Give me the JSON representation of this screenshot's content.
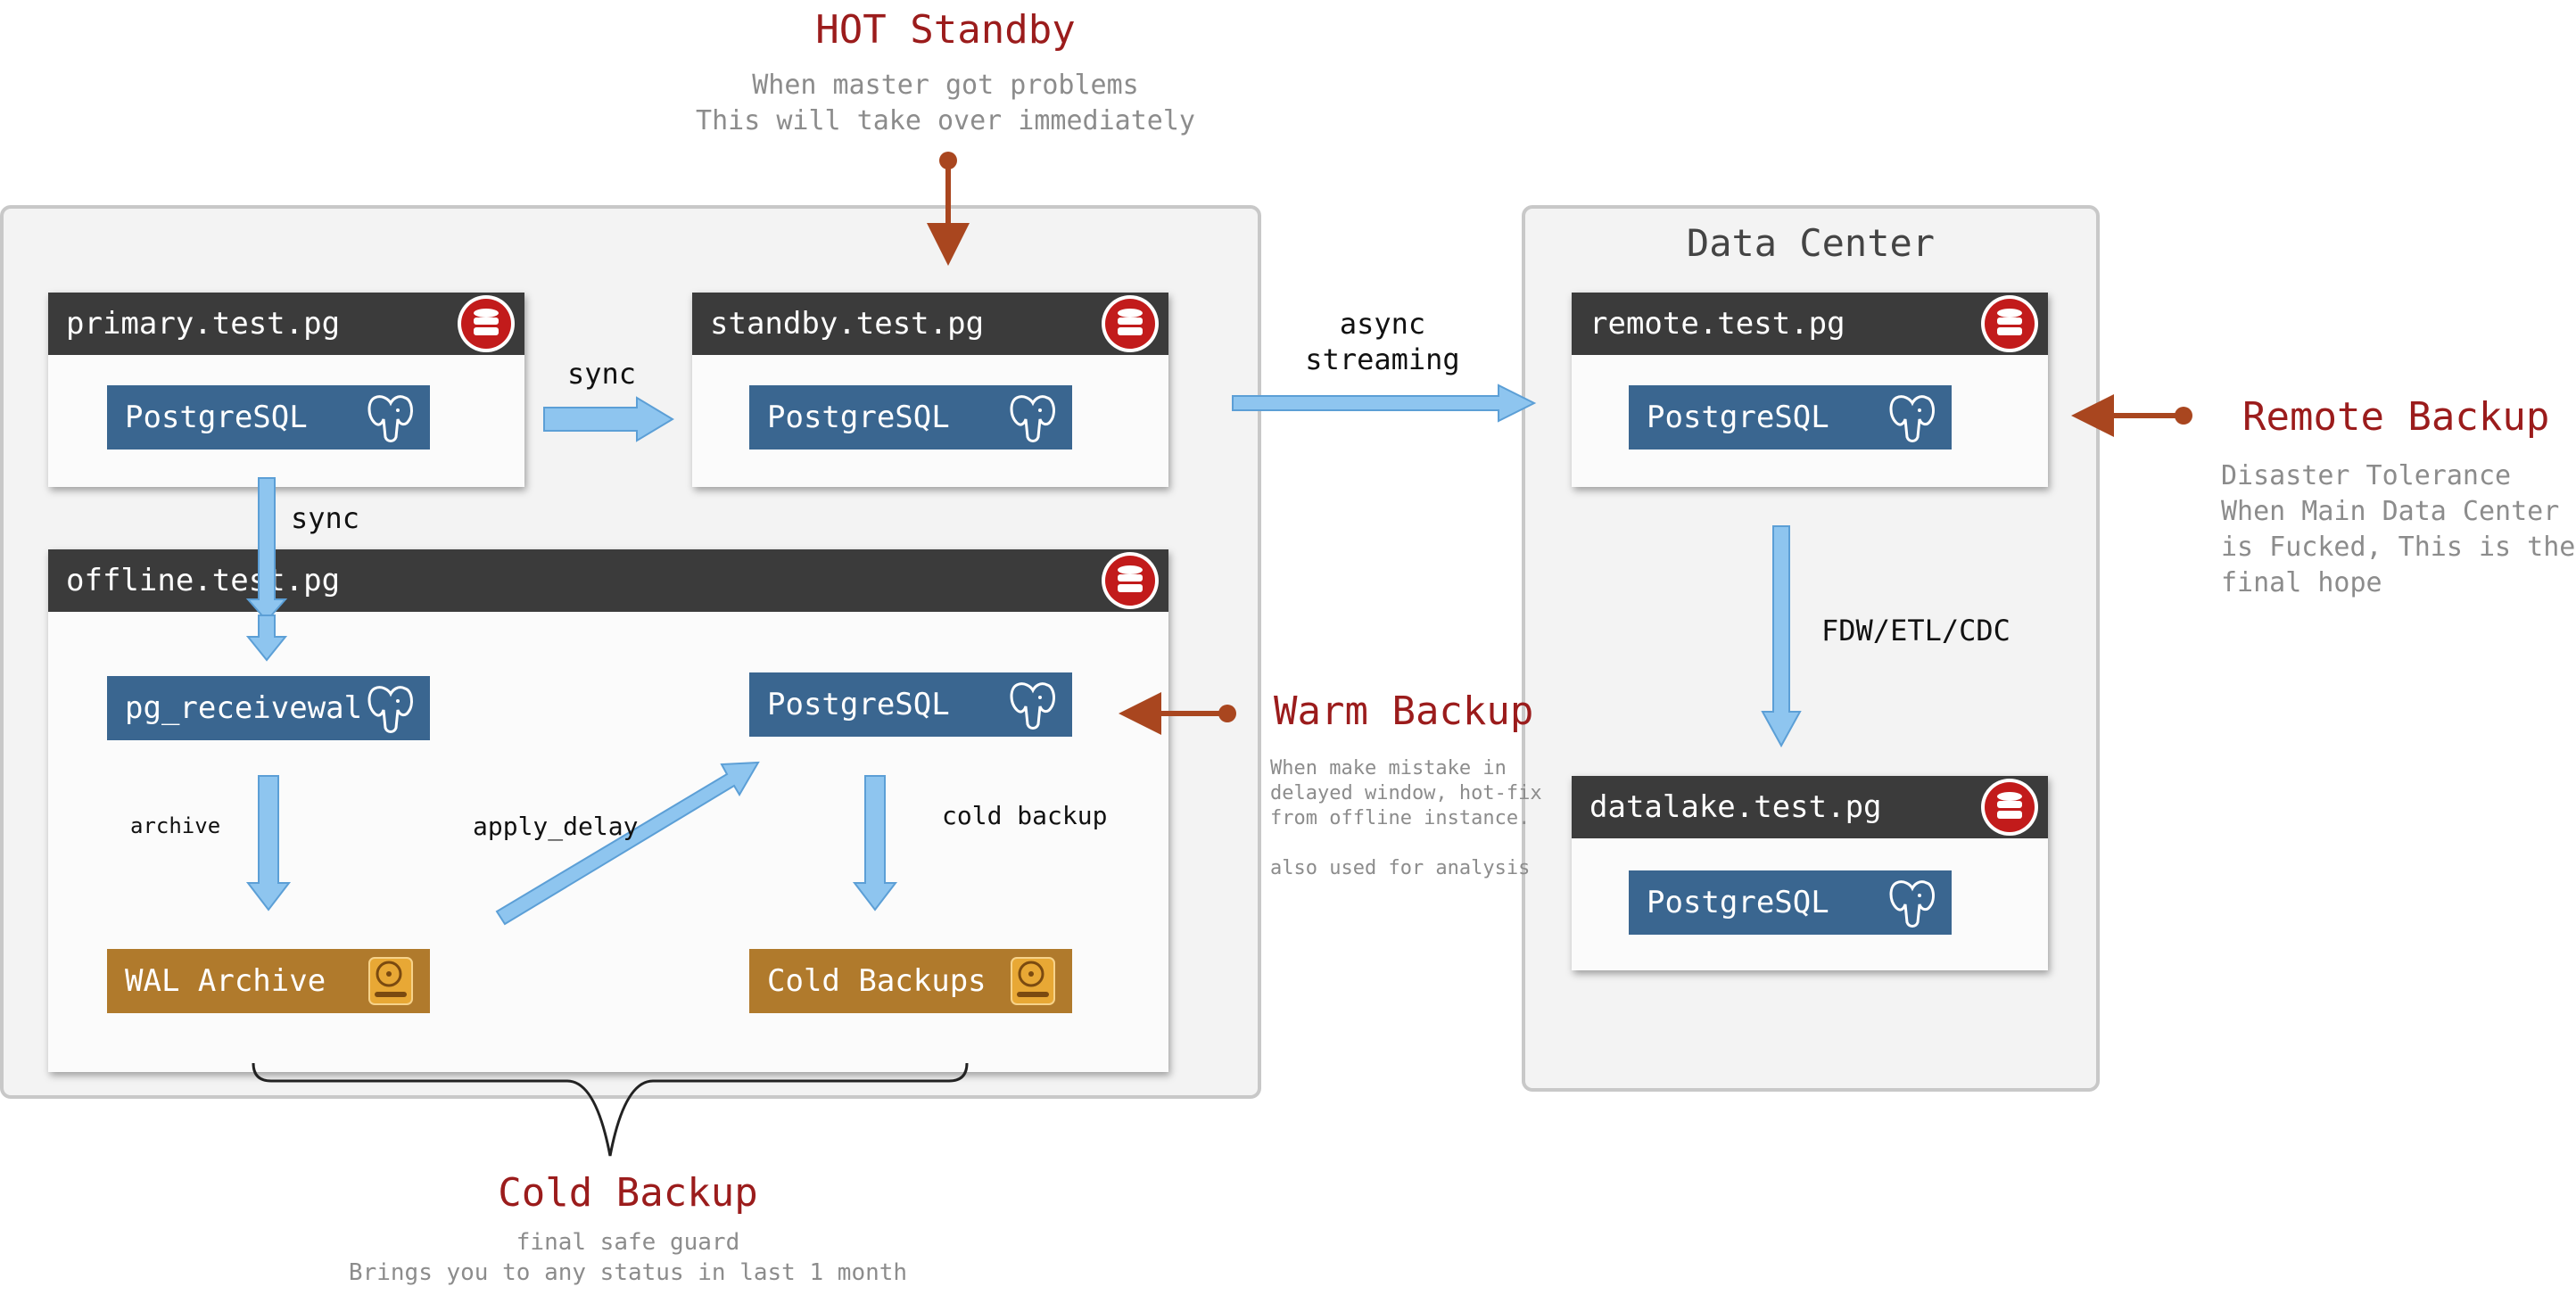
{
  "hot_standby": {
    "title": "HOT Standby",
    "note_line1": "When master got problems",
    "note_line2": "This will take over immediately"
  },
  "data_center": {
    "title": "Data Center"
  },
  "primary": {
    "name": "primary.test.pg",
    "component": "PostgreSQL"
  },
  "standby": {
    "name": "standby.test.pg",
    "component": "PostgreSQL"
  },
  "remote": {
    "name": "remote.test.pg",
    "component": "PostgreSQL"
  },
  "datalake": {
    "name": "datalake.test.pg",
    "component": "PostgreSQL"
  },
  "offline": {
    "name": "offline.test.pg",
    "receivewal": "pg_receivewal",
    "component": "PostgreSQL",
    "wal_archive": "WAL Archive",
    "cold_backups": "Cold Backups"
  },
  "edges": {
    "sync_horizontal": "sync",
    "sync_vertical": "sync",
    "async_line1": "async",
    "async_line2": "streaming",
    "fdw": "FDW/ETL/CDC",
    "archive": "archive",
    "apply_delay": "apply_delay",
    "cold_backup": "cold backup"
  },
  "warm_backup": {
    "title": "Warm Backup",
    "note_line1": "When make mistake in",
    "note_line2": "delayed window, hot-fix",
    "note_line3": "from offline instance.",
    "note_line4": "also used for analysis"
  },
  "remote_backup": {
    "title": "Remote Backup",
    "note_line1": "Disaster Tolerance",
    "note_line2": "When Main Data Center",
    "note_line3": "is Fucked, This is the",
    "note_line4": "final hope"
  },
  "cold_backup": {
    "title": "Cold Backup",
    "note_line1": "final safe guard",
    "note_line2": "Brings you to any status in last 1 month"
  },
  "colors": {
    "title_red": "#9b1c1c",
    "annot_arrow": "#a9461f",
    "flow_arrow": "#8ec5ef",
    "postgres_blue": "#3a6690",
    "disk_orange": "#b07a2c"
  }
}
